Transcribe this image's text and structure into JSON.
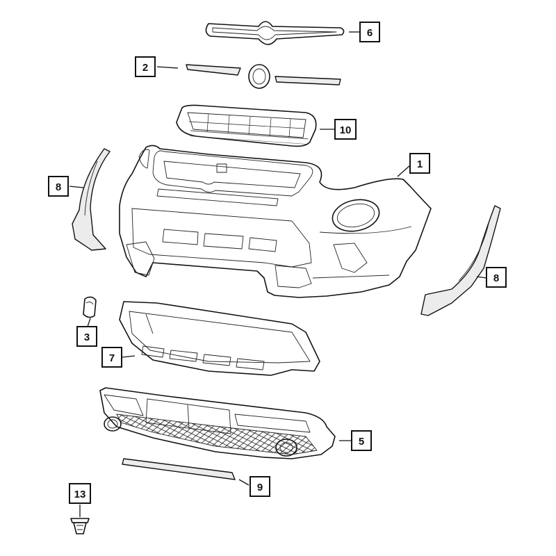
{
  "callouts": [
    {
      "id": "1",
      "label": "1"
    },
    {
      "id": "2",
      "label": "2"
    },
    {
      "id": "3",
      "label": "3"
    },
    {
      "id": "5",
      "label": "5"
    },
    {
      "id": "6",
      "label": "6"
    },
    {
      "id": "7",
      "label": "7"
    },
    {
      "id": "8a",
      "label": "8"
    },
    {
      "id": "8b",
      "label": "8"
    },
    {
      "id": "9",
      "label": "9"
    },
    {
      "id": "10",
      "label": "10"
    },
    {
      "id": "13",
      "label": "13"
    }
  ]
}
